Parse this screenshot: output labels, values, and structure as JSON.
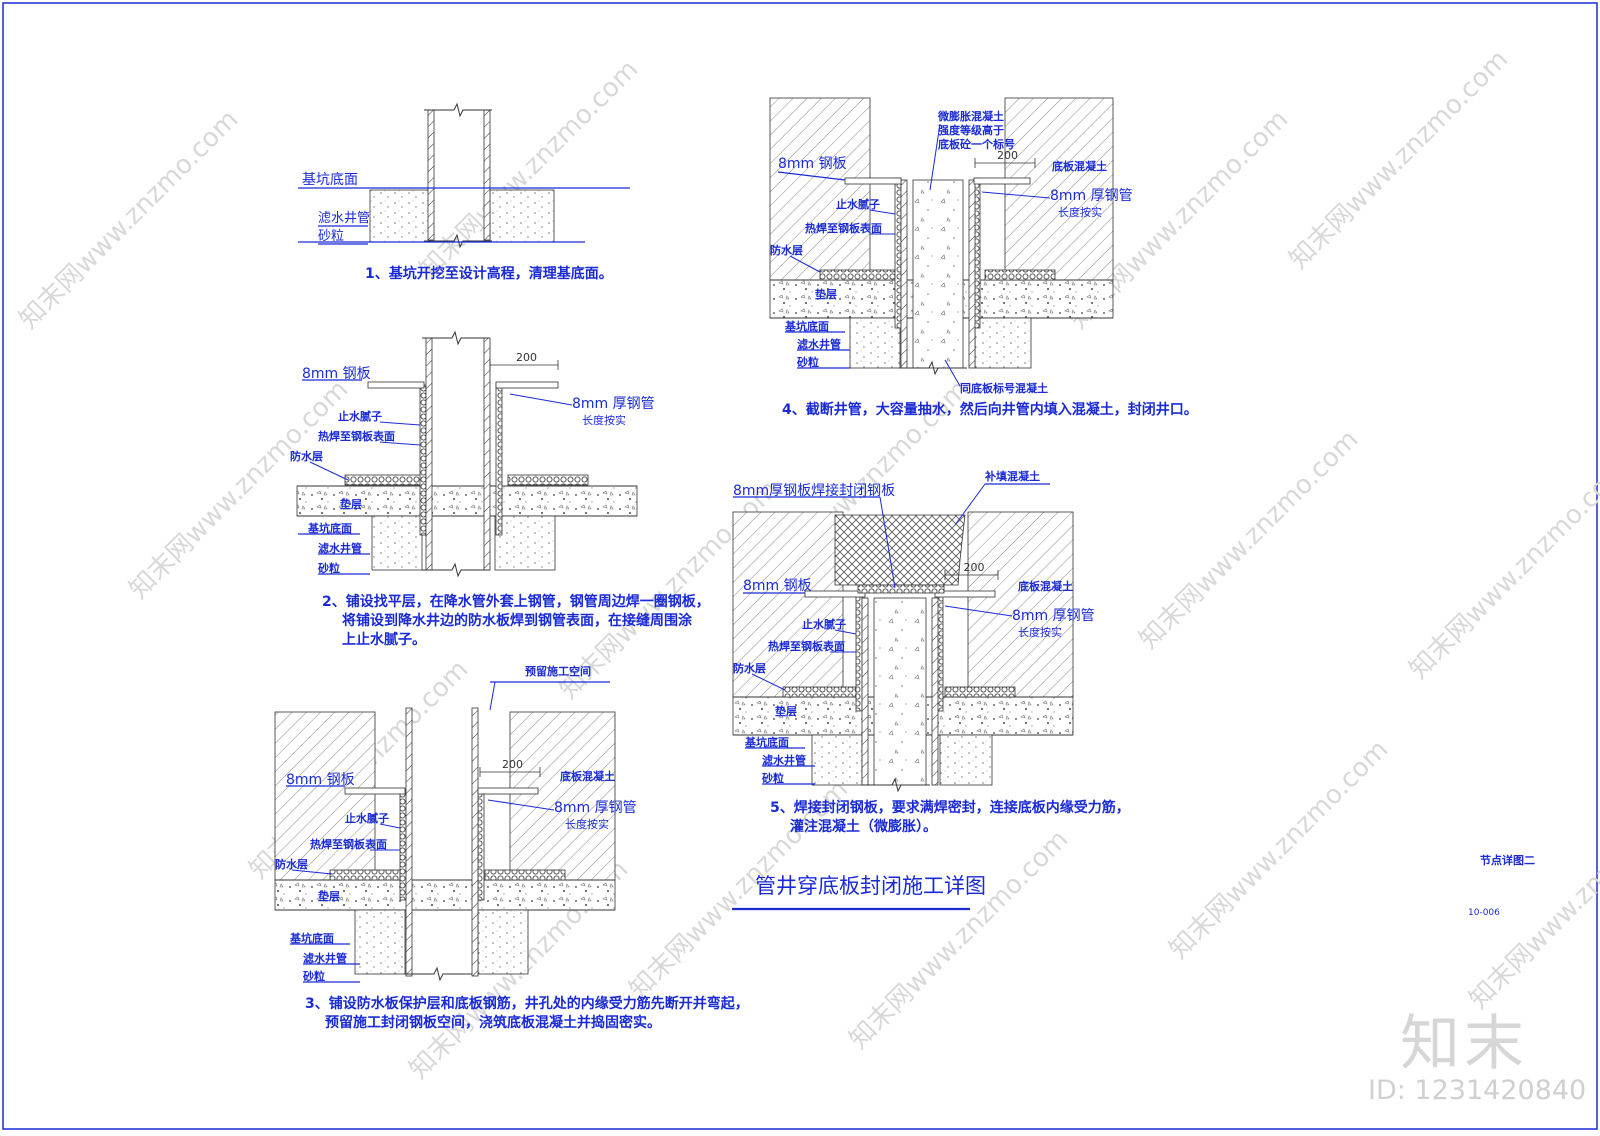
{
  "drawing": {
    "title": "管井穿底板封闭施工详图",
    "sheet_name": "节点详图二",
    "sheet_number": "10-006"
  },
  "steps": [
    {
      "caption": [
        "1、基坑开挖至设计高程，清理基底面。"
      ]
    },
    {
      "caption": [
        "2、铺设找平层，在降水管外套上钢管，钢管周边焊一圈钢板，",
        "将铺设到降水井边的防水板焊到钢管表面，在接缝周围涂",
        "上止水腻子。"
      ]
    },
    {
      "caption": [
        "3、铺设防水板保护层和底板钢筋，井孔处的内缘受力筋先断开并弯起，",
        "预留施工封闭钢板空间，浇筑底板混凝土并捣固密实。"
      ]
    },
    {
      "caption": [
        "4、截断井管，大容量抽水，然后向井管内填入混凝土，封闭井口。"
      ]
    },
    {
      "caption": [
        "5、焊接封闭钢板，要求满焊密封，连接底板内缘受力筋，",
        "灌注混凝土（微膨胀）。"
      ]
    }
  ],
  "labels": {
    "pit_bottom": "基坑底面",
    "filter_pipe": "滤水井管",
    "gravel": "砂粒",
    "steel_plate_8mm": "8mm 钢板",
    "steel_pipe_8mm": "8mm 厚钢管",
    "length_per_site": "长度按实",
    "water_stop_putty": "止水腻子",
    "hot_weld": "热焊至钢板表面",
    "waterproof_layer": "防水层",
    "cushion": "垫层",
    "dim_200": "200",
    "reserved_space": "预留施工空间",
    "slab_concrete": "底板混凝土",
    "micro_expansion_1": "微膨胀混凝土",
    "micro_expansion_2": "强度等级高于",
    "micro_expansion_3": "底板砼一个标号",
    "same_grade": "同底板标号混凝土",
    "seal_plate": "8mm厚钢板焊接封闭钢板",
    "fill_concrete": "补填混凝土"
  },
  "watermark": {
    "brand": "知末",
    "id": "ID: 1231420840",
    "diagonal": "知末网www.znzmo.com"
  },
  "colors": {
    "line": "#1a2bd6",
    "hatch": "#8a8a8a",
    "watermark": "#d8d8d8"
  }
}
